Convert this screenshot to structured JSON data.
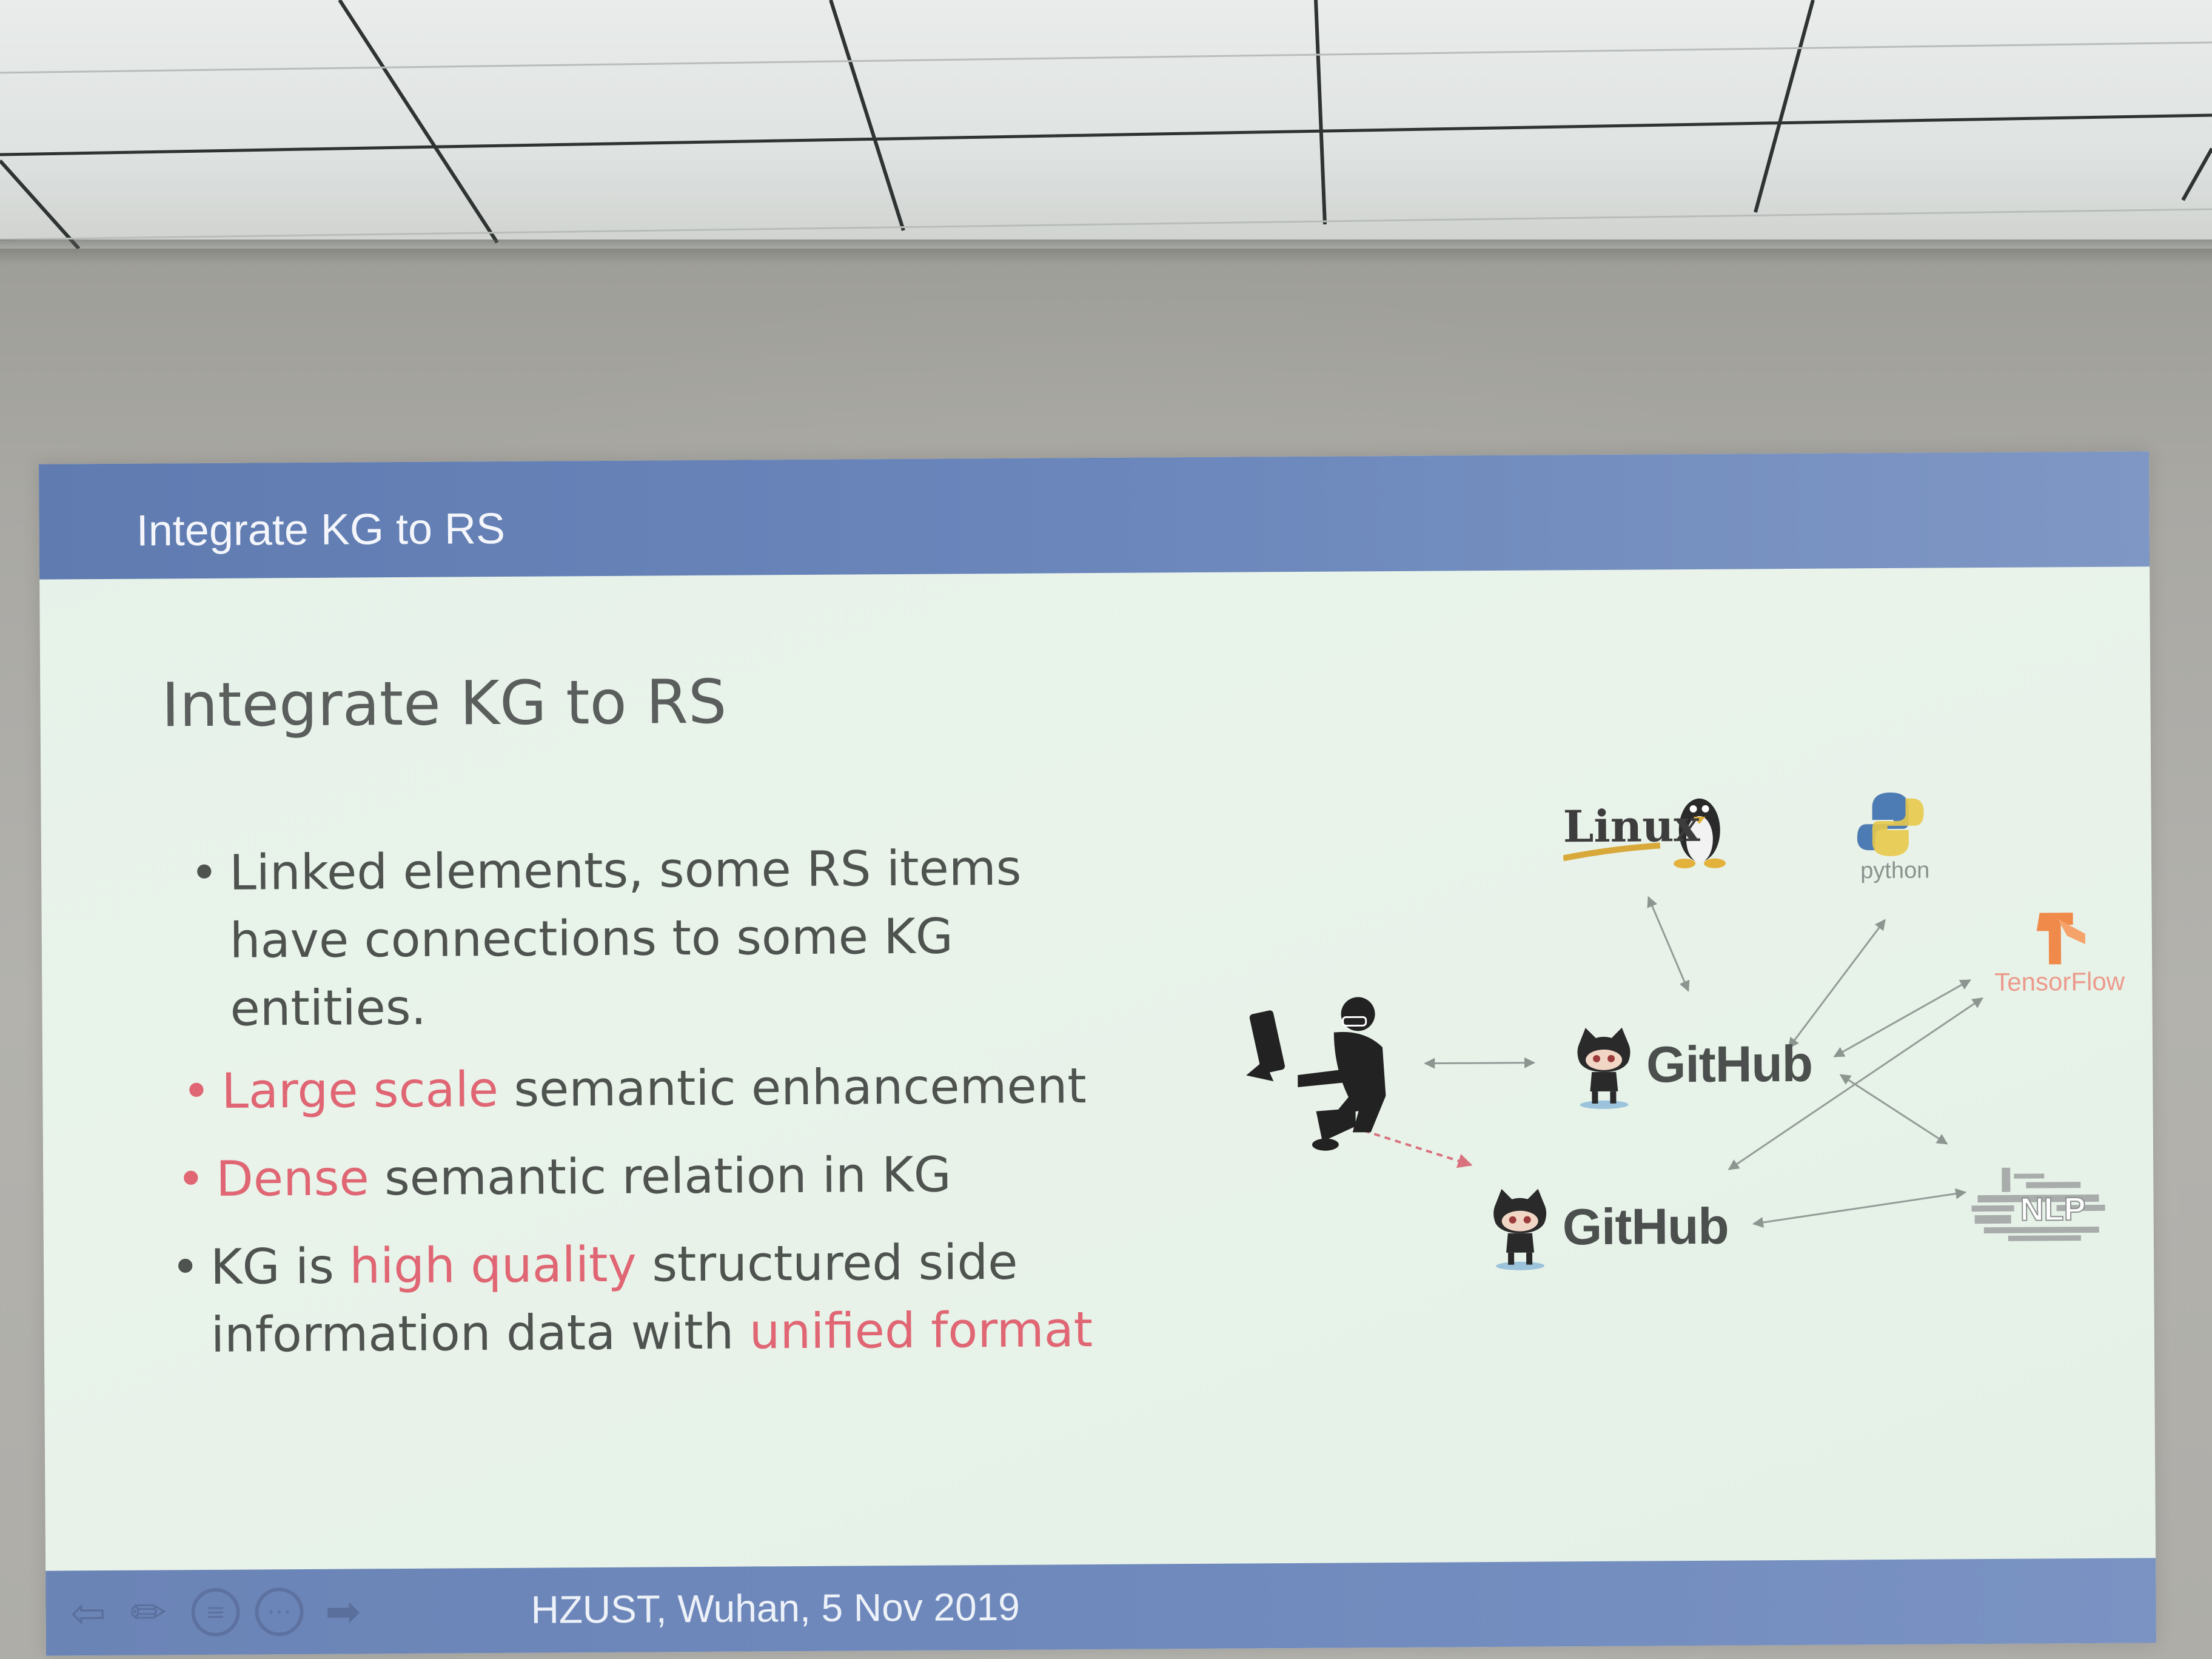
{
  "slide": {
    "header_title": "Integrate KG to RS",
    "title": "Integrate KG to RS",
    "bullets": [
      {
        "parts": [
          "Linked elements, some RS items",
          "have connections to some KG",
          "entities."
        ]
      },
      {
        "highlight": "Large scale",
        "rest": " semantic enhancement"
      },
      {
        "highlight": "Dense",
        "rest": " semantic relation in KG"
      },
      {
        "line1_a": "KG is ",
        "line1_hl": "high quality",
        "line1_b": " structured side",
        "line2_a": "information data with ",
        "line2_hl": "unified format"
      }
    ],
    "diagram": {
      "linux_label": "Linux",
      "python_label": "python",
      "tensorflow_label": "TensorFlow",
      "github_top_label": "GitHub",
      "github_bottom_label": "GitHub",
      "nlp_label": "NLP"
    },
    "footer": "HZUST, Wuhan, 5 Nov 2019"
  },
  "colors": {
    "header_blue": "#6a86bb",
    "highlight_red": "#e06674",
    "body_text": "#4e5350"
  },
  "icons": [
    "user-at-computer-icon",
    "linux-tux-icon",
    "python-logo-icon",
    "tensorflow-logo-icon",
    "github-octocat-icon",
    "nlp-wordcloud-icon",
    "back-arrow-icon",
    "pen-icon",
    "menu-circle-icon",
    "more-circle-icon",
    "forward-arrow-icon"
  ]
}
